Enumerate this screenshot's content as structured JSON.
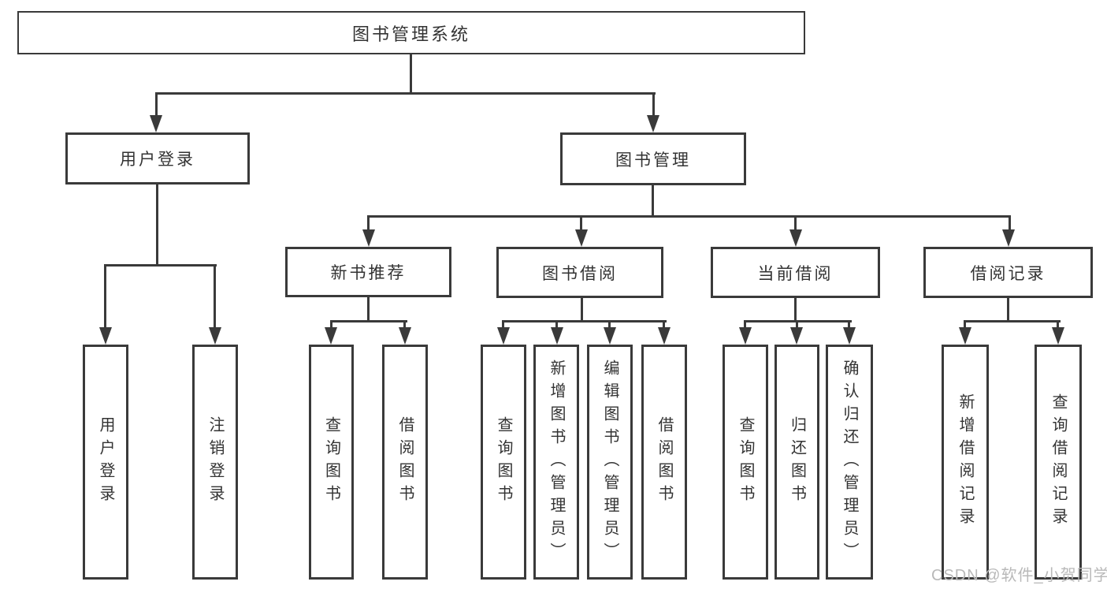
{
  "diagram_title": "图书管理系统",
  "nodes": {
    "root": "图书管理系统",
    "user_login": "用户登录",
    "book_mgmt": "图书管理",
    "new_book_rec": "新书推荐",
    "book_borrow": "图书借阅",
    "current_borrow": "当前借阅",
    "borrow_records": "借阅记录",
    "leaf_user_login": "用户登录",
    "leaf_logout": "注销登录",
    "leaf_query_book_1": "查询图书",
    "leaf_borrow_book_1": "借阅图书",
    "leaf_query_book_2": "查询图书",
    "leaf_add_book": "新增图书（管理员）",
    "leaf_edit_book": "编辑图书（管理员）",
    "leaf_borrow_book_2": "借阅图书",
    "leaf_query_book_3": "查询图书",
    "leaf_return_book": "归还图书",
    "leaf_confirm_return": "确认归还（管理员）",
    "leaf_add_record": "新增借阅记录",
    "leaf_query_record": "查询借阅记录"
  },
  "hierarchy": {
    "图书管理系统": {
      "用户登录": [
        "用户登录",
        "注销登录"
      ],
      "图书管理": {
        "新书推荐": [
          "查询图书",
          "借阅图书"
        ],
        "图书借阅": [
          "查询图书",
          "新增图书（管理员）",
          "编辑图书（管理员）",
          "借阅图书"
        ],
        "当前借阅": [
          "查询图书",
          "归还图书",
          "确认归还（管理员）"
        ],
        "借阅记录": [
          "新增借阅记录",
          "查询借阅记录"
        ]
      }
    }
  },
  "watermark": "CSDN @软件_小贺同学",
  "colors": {
    "line": "#3a3a3a",
    "box_border": "#3a3a3a",
    "text": "#333333",
    "background": "#ffffff",
    "watermark": "#b9b9b9"
  }
}
